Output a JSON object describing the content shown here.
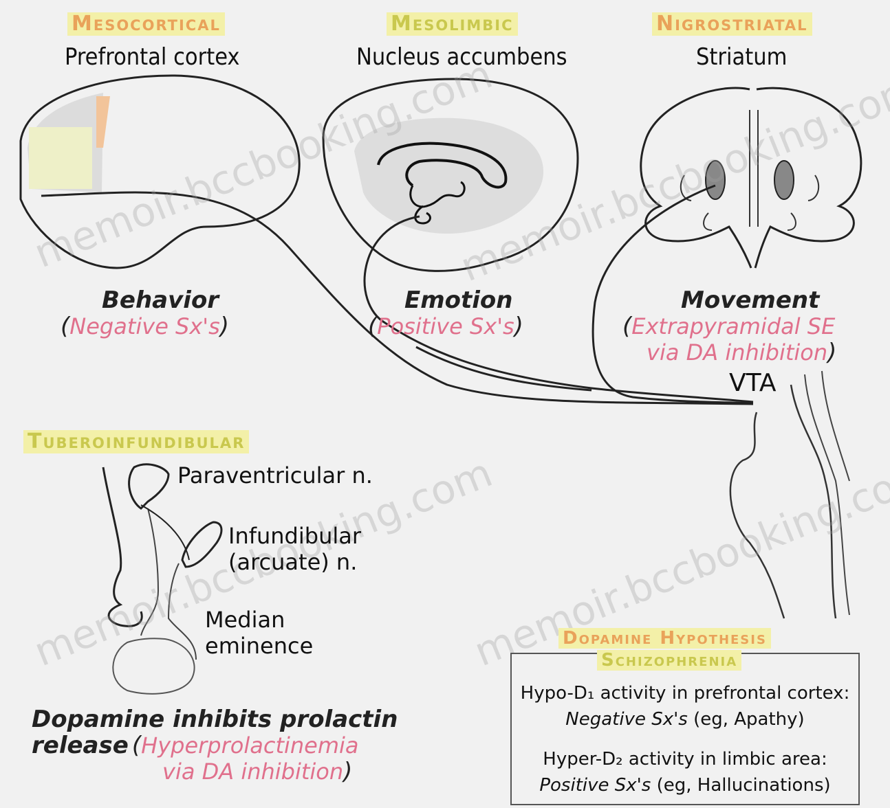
{
  "pathways": {
    "mesocortical": {
      "name": "Mesocortical",
      "region": "Prefrontal cortex",
      "function": "Behavior",
      "symptom": "Negative Sx's"
    },
    "mesolimbic": {
      "name": "Mesolimbic",
      "region": "Nucleus accumbens",
      "function": "Emotion",
      "symptom": "Positive Sx's"
    },
    "nigrostriatal": {
      "name": "Nigrostriatal",
      "region": "Striatum",
      "function": "Movement",
      "symptom_line1": "Extrapyramidal SE",
      "symptom_line2": "via DA inhibition"
    },
    "tuberoinfundibular": {
      "name": "Tuberoinfundibular",
      "paraventricular": "Paraventricular n.",
      "infundibular_1": "Infundibular",
      "infundibular_2": "(arcuate) n.",
      "median_1": "Median",
      "median_2": "eminence",
      "effect_1": "Dopamine inhibits prolactin",
      "effect_2": "release",
      "effect_3": "Hyperprolactinemia",
      "effect_4": "via DA inhibition"
    }
  },
  "vta_label": "VTA",
  "hypothesis": {
    "title_1": "Dopamine Hypothesis",
    "title_2": "Schizophrenia",
    "hypo_line": "Hypo-D₁ activity in prefrontal cortex:",
    "hypo_effect": "Negative Sx's",
    "hypo_example": "(eg, Apathy)",
    "hyper_line": "Hyper-D₂ activity in limbic area:",
    "hyper_effect": "Positive Sx's",
    "hyper_example": "(eg, Hallucinations)"
  },
  "watermark": "memoir.bccbooking.com",
  "colors": {
    "highlight": "#f3f0a8",
    "orange": "#e9a25a",
    "pink": "#e0708c",
    "line": "#222222"
  }
}
